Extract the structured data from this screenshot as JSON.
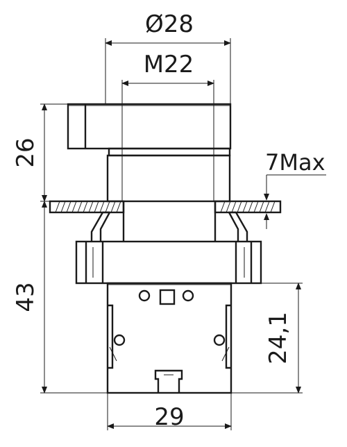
{
  "dimensions": {
    "outer_diameter": "Ø28",
    "thread": "M22",
    "head_height": "26",
    "panel_thickness": "7Max",
    "body_height": "43",
    "block_height": "24,1",
    "block_width": "29"
  }
}
